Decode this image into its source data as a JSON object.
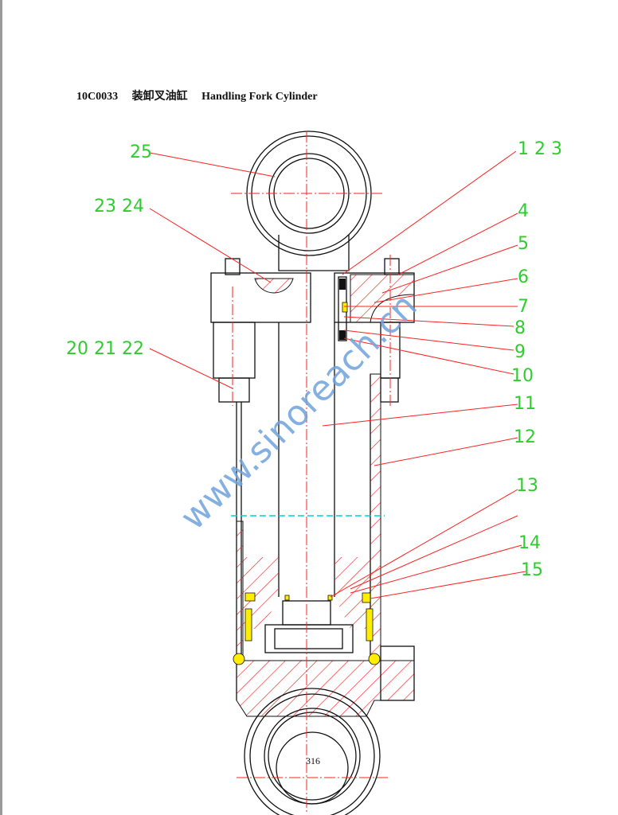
{
  "title": {
    "code": "10C0033",
    "chinese": "装卸叉油缸",
    "english": "Handling Fork Cylinder"
  },
  "labels": {
    "l25": "25",
    "l23_24": "23  24",
    "l20_22": "20  21  22",
    "l1_3": "1   2   3",
    "l4": "4",
    "l5": "5",
    "l6": "6",
    "l7": "7",
    "l8": "8",
    "l9": "9",
    "l10": "10",
    "l11": "11",
    "l12": "12",
    "l13": "13",
    "l14": "14",
    "l15": "15"
  },
  "page_number": "316",
  "watermark": "www.sinoreach.cn",
  "colors": {
    "label": "#2ecc2e",
    "leader": "#ff2020",
    "seal": "#ffee00",
    "watermark": "#6fa3dc"
  }
}
